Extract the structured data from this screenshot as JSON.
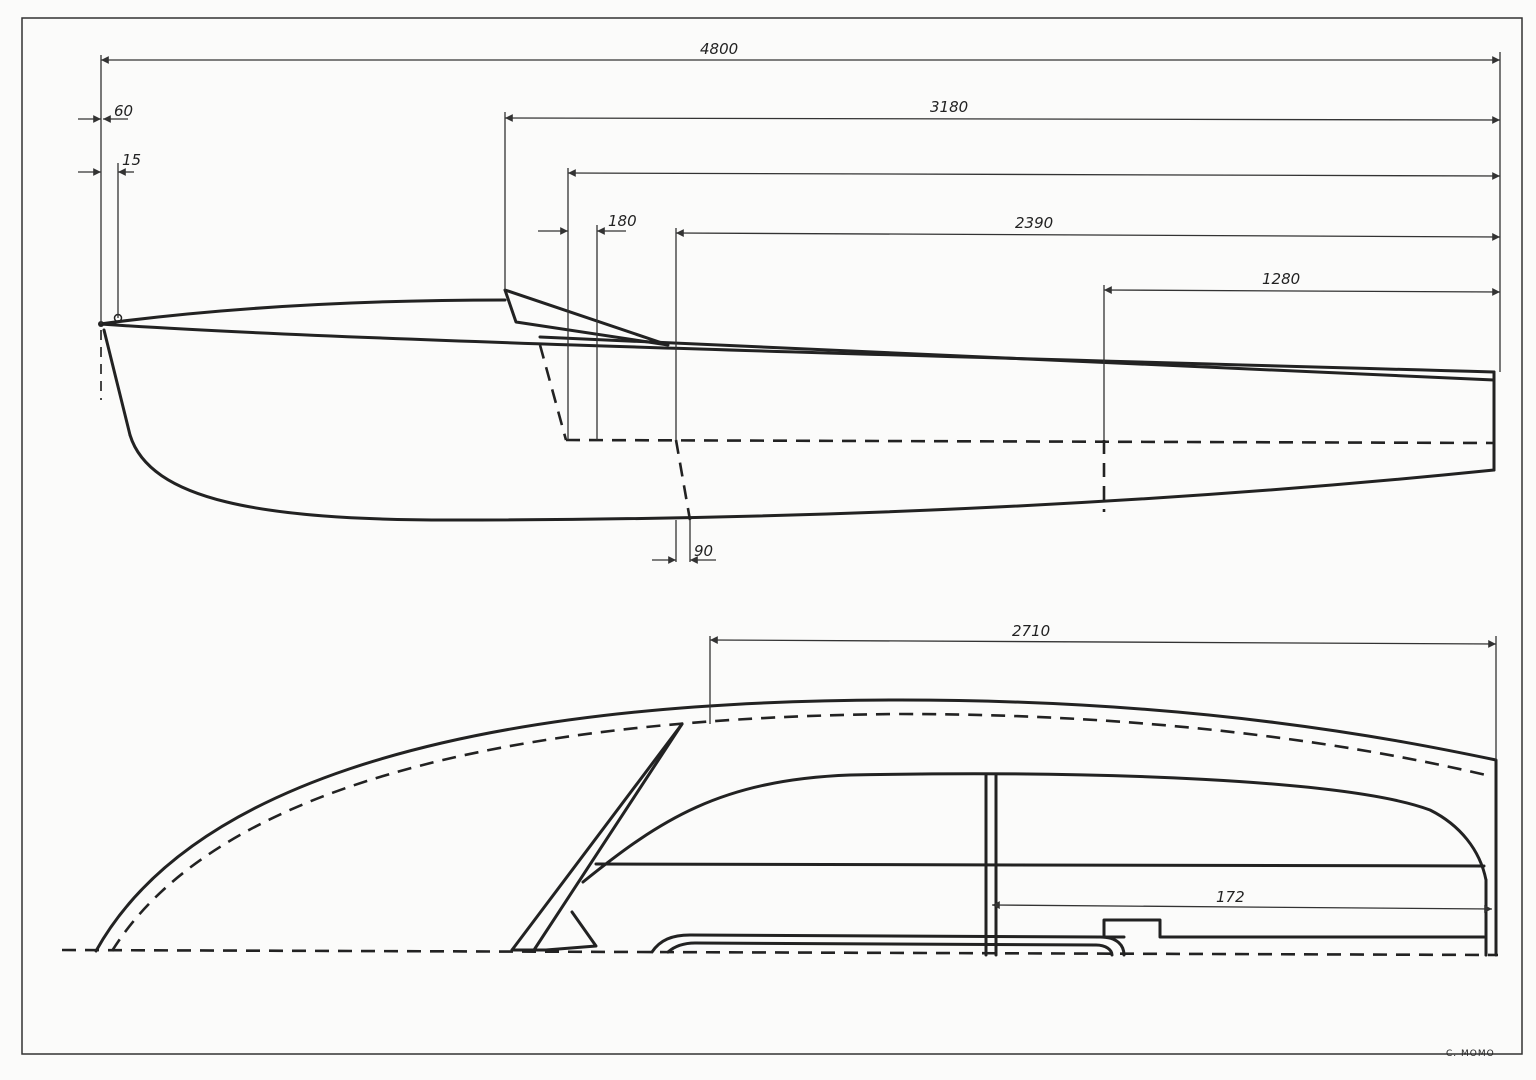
{
  "dimensions": {
    "d4800": "4800",
    "d3180": "3180",
    "d2390": "2390",
    "d1280": "1280",
    "d180": "180",
    "d60": "60",
    "d15": "15",
    "d90": "90",
    "d2710": "2710",
    "d172": "172"
  },
  "signature": "C. MOMO"
}
